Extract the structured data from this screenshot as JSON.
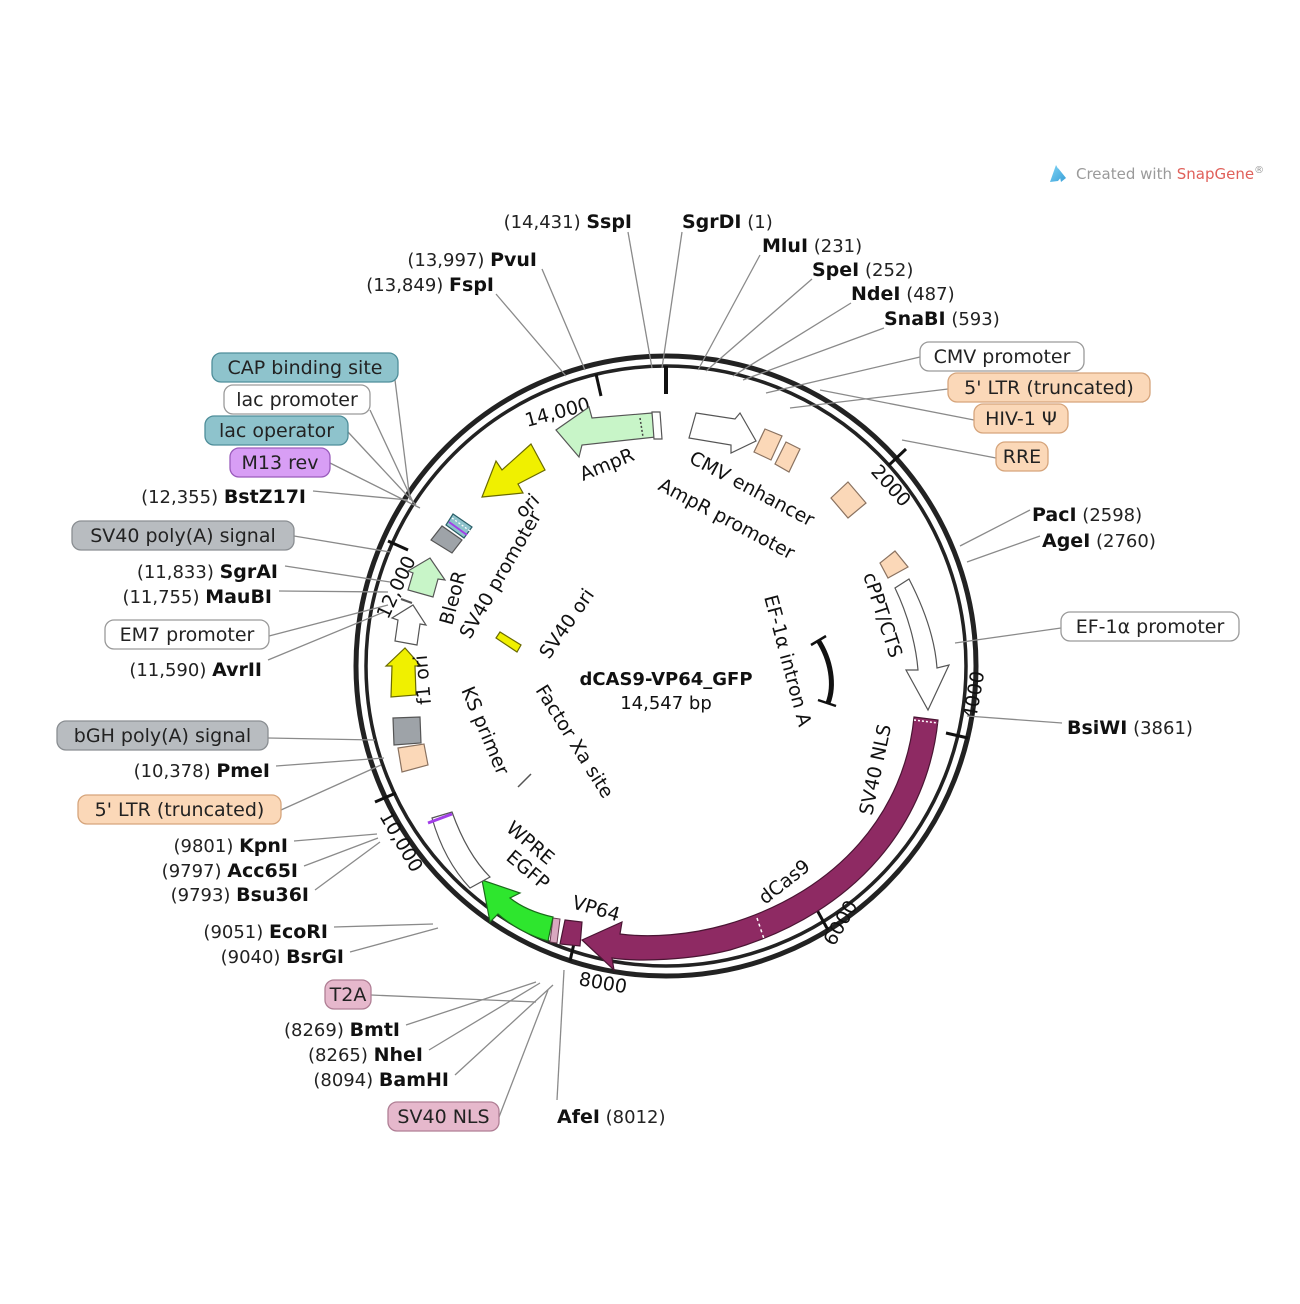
{
  "plasmid": {
    "name": "dCAS9-VP64_GFP",
    "size_label": "14,547 bp",
    "length": 14547
  },
  "watermark": {
    "prefix": "Created with ",
    "brand": "SnapGene",
    "mark": "®"
  },
  "colors": {
    "backbone": "#222222",
    "leader": "#8a8a8a",
    "cas9": "#8e2a63",
    "egfp": "#2ee62e",
    "ampr": "#c8f5c8",
    "ori": "#f0f000",
    "ltr": "#fbd8b8",
    "polyA": "#9ea3a8",
    "cap": "#8ec3cc",
    "m13": "#d89ef5",
    "nls": "#d9a8c0",
    "white": "#ffffff"
  },
  "ring_ticks": [
    {
      "pos": 0,
      "label": ""
    },
    {
      "pos": 2000,
      "label": "2000"
    },
    {
      "pos": 4000,
      "label": "4000"
    },
    {
      "pos": 6000,
      "label": "6000"
    },
    {
      "pos": 8000,
      "label": "8000"
    },
    {
      "pos": 10000,
      "label": "10,000"
    },
    {
      "pos": 12000,
      "label": "12,000"
    },
    {
      "pos": 14000,
      "label": "14,000"
    }
  ],
  "sites": [
    {
      "name": "SspI",
      "pos": "(14,431)",
      "side": "left"
    },
    {
      "name": "SgrDI",
      "pos": "(1)",
      "side": "right"
    },
    {
      "name": "MluI",
      "pos": "(231)",
      "side": "right"
    },
    {
      "name": "PvuI",
      "pos": "(13,997)",
      "side": "left"
    },
    {
      "name": "SpeI",
      "pos": "(252)",
      "side": "right"
    },
    {
      "name": "FspI",
      "pos": "(13,849)",
      "side": "left"
    },
    {
      "name": "NdeI",
      "pos": "(487)",
      "side": "right"
    },
    {
      "name": "SnaBI",
      "pos": "(593)",
      "side": "right"
    },
    {
      "name": "BstZ17I",
      "pos": "(12,355)",
      "side": "left"
    },
    {
      "name": "PacI",
      "pos": "(2598)",
      "side": "right"
    },
    {
      "name": "AgeI",
      "pos": "(2760)",
      "side": "right"
    },
    {
      "name": "SgrAI",
      "pos": "(11,833)",
      "side": "left"
    },
    {
      "name": "MauBI",
      "pos": "(11,755)",
      "side": "left"
    },
    {
      "name": "AvrII",
      "pos": "(11,590)",
      "side": "left"
    },
    {
      "name": "BsiWI",
      "pos": "(3861)",
      "side": "right"
    },
    {
      "name": "PmeI",
      "pos": "(10,378)",
      "side": "left"
    },
    {
      "name": "KpnI",
      "pos": "(9801)",
      "side": "left"
    },
    {
      "name": "Acc65I",
      "pos": "(9797)",
      "side": "left"
    },
    {
      "name": "Bsu36I",
      "pos": "(9793)",
      "side": "left"
    },
    {
      "name": "EcoRI",
      "pos": "(9051)",
      "side": "left"
    },
    {
      "name": "BsrGI",
      "pos": "(9040)",
      "side": "left"
    },
    {
      "name": "BmtI",
      "pos": "(8269)",
      "side": "left"
    },
    {
      "name": "NheI",
      "pos": "(8265)",
      "side": "left"
    },
    {
      "name": "BamHI",
      "pos": "(8094)",
      "side": "left"
    },
    {
      "name": "AfeI",
      "pos": "(8012)",
      "side": "right"
    }
  ],
  "outer_labels": [
    {
      "text": "CAP binding site",
      "fill": "#8ec3cc",
      "stroke": "#4f8e9a"
    },
    {
      "text": "lac promoter",
      "fill": "#ffffff",
      "stroke": "#9a9a9a"
    },
    {
      "text": "lac operator",
      "fill": "#8ec3cc",
      "stroke": "#4f8e9a"
    },
    {
      "text": "M13 rev",
      "fill": "#d89ef5",
      "stroke": "#9a5cbc"
    },
    {
      "text": "SV40 poly(A) signal",
      "fill": "#b8bcc0",
      "stroke": "#8a8e92"
    },
    {
      "text": "EM7 promoter",
      "fill": "#ffffff",
      "stroke": "#9a9a9a"
    },
    {
      "text": "bGH poly(A) signal",
      "fill": "#b8bcc0",
      "stroke": "#8a8e92"
    },
    {
      "text": "5' LTR (truncated)",
      "fill": "#fbd8b8",
      "stroke": "#d6a57c"
    },
    {
      "text": "T2A",
      "fill": "#e6b8cc",
      "stroke": "#b07f95"
    },
    {
      "text": "SV40 NLS",
      "fill": "#e6b8cc",
      "stroke": "#b07f95"
    },
    {
      "text": "CMV promoter",
      "fill": "#ffffff",
      "stroke": "#9a9a9a"
    },
    {
      "text": "5' LTR (truncated)",
      "fill": "#fbd8b8",
      "stroke": "#d6a57c"
    },
    {
      "text": "HIV-1 Ψ",
      "fill": "#fbd8b8",
      "stroke": "#d6a57c"
    },
    {
      "text": "RRE",
      "fill": "#fbd8b8",
      "stroke": "#d6a57c"
    },
    {
      "text": "EF-1α promoter",
      "fill": "#ffffff",
      "stroke": "#9a9a9a"
    }
  ],
  "inner_labels": [
    {
      "text": "AmpR"
    },
    {
      "text": "CMV enhancer"
    },
    {
      "text": "AmpR promoter"
    },
    {
      "text": "ori"
    },
    {
      "text": "SV40 promoter"
    },
    {
      "text": "SV40 ori"
    },
    {
      "text": "BleoR"
    },
    {
      "text": "f1 ori"
    },
    {
      "text": "KS primer"
    },
    {
      "text": "Factor Xa site"
    },
    {
      "text": "WPRE"
    },
    {
      "text": "EGFP"
    },
    {
      "text": "VP64"
    },
    {
      "text": "dCas9"
    },
    {
      "text": "SV40 NLS"
    },
    {
      "text": "cPPT/CTS"
    },
    {
      "text": "EF-1α intron A"
    }
  ]
}
